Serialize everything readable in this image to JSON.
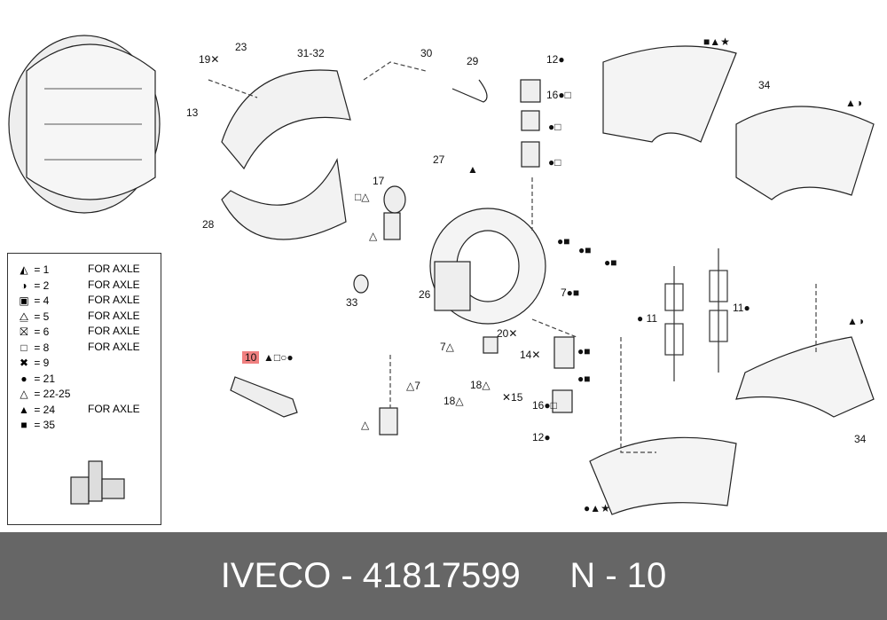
{
  "callouts": [
    "19✕",
    "23",
    "31-32",
    "30",
    "29",
    "12●",
    "16●□",
    "●□",
    "●□",
    "■▲★",
    "34",
    "▲◑",
    "13",
    "27",
    "▲",
    "17",
    "□△",
    "28",
    "△",
    "●■",
    "●■",
    "●■",
    "7●■",
    "26",
    "33",
    "● 11",
    "11●",
    "▲◑",
    "20✕",
    "7△",
    "10",
    "▲□○●",
    "14✕",
    "●■",
    "●■",
    "△7",
    "18△",
    "✕15",
    "18△",
    "16●□",
    "△",
    "12●",
    "34",
    "●▲★"
  ],
  "legend": [
    {
      "symbol": "◭",
      "code": "= 1",
      "note": "FOR AXLE"
    },
    {
      "symbol": "◑",
      "code": "= 2",
      "note": "FOR AXLE"
    },
    {
      "symbol": "▣",
      "code": "= 4",
      "note": "FOR AXLE"
    },
    {
      "symbol": "⧋",
      "code": "= 5",
      "note": "FOR AXLE"
    },
    {
      "symbol": "⛝",
      "code": "= 6",
      "note": "FOR AXLE"
    },
    {
      "symbol": "□",
      "code": "= 8",
      "note": "FOR AXLE"
    },
    {
      "symbol": "✖",
      "code": "= 9",
      "note": ""
    },
    {
      "symbol": "●",
      "code": "= 21",
      "note": ""
    },
    {
      "symbol": "△",
      "code": "= 22-25",
      "note": ""
    },
    {
      "symbol": "▲",
      "code": "= 24",
      "note": "FOR AXLE"
    },
    {
      "symbol": "■",
      "code": "= 35",
      "note": ""
    }
  ],
  "footer": {
    "brand": "IVECO - 41817599",
    "ref": "N - 10"
  }
}
